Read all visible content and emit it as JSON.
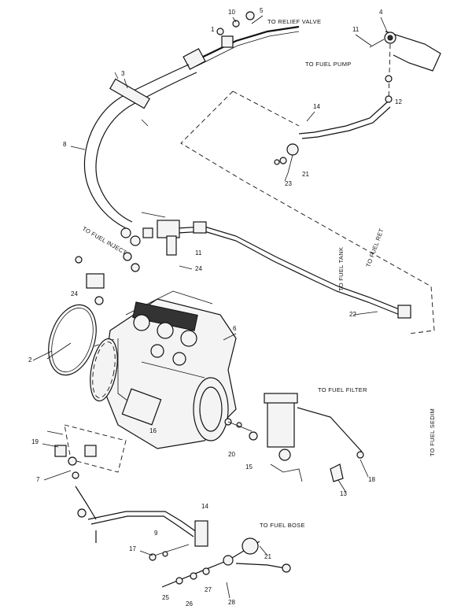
{
  "diagram": {
    "notes": {
      "relief_valve": "TO RELIEF VALVE",
      "to_fuel_pump": "TO FUEL PUMP",
      "to_fuel_filter": "TO FUEL FILTER",
      "to_fuel_bose": "TO FUEL BOSE",
      "to_fuel_tank": "TO FUEL TANK",
      "to_fuel_ret": "TO FUEL RET",
      "to_fuel_inject": "TO FUEL INJECT",
      "to_fuel_sedim": "TO FUEL SEDIM"
    },
    "callouts": {
      "c1": "5",
      "c2": "4",
      "c3": "11",
      "c4": "10",
      "c5": "1",
      "c6": "3",
      "c7": "12",
      "c8": "14",
      "c9": "11",
      "c10": "24",
      "c11": "8",
      "c12": "24",
      "c13": "21",
      "c14": "22",
      "c15": "2",
      "c16": "23",
      "c17": "6",
      "c18": "19",
      "c19": "16",
      "c20": "7",
      "c21": "13",
      "c22": "18",
      "c23": "15",
      "c24": "20",
      "c25": "9",
      "c26": "17",
      "c27": "14",
      "c28": "21",
      "c29": "25",
      "c30": "26",
      "c31": "27",
      "c32": "28"
    }
  }
}
